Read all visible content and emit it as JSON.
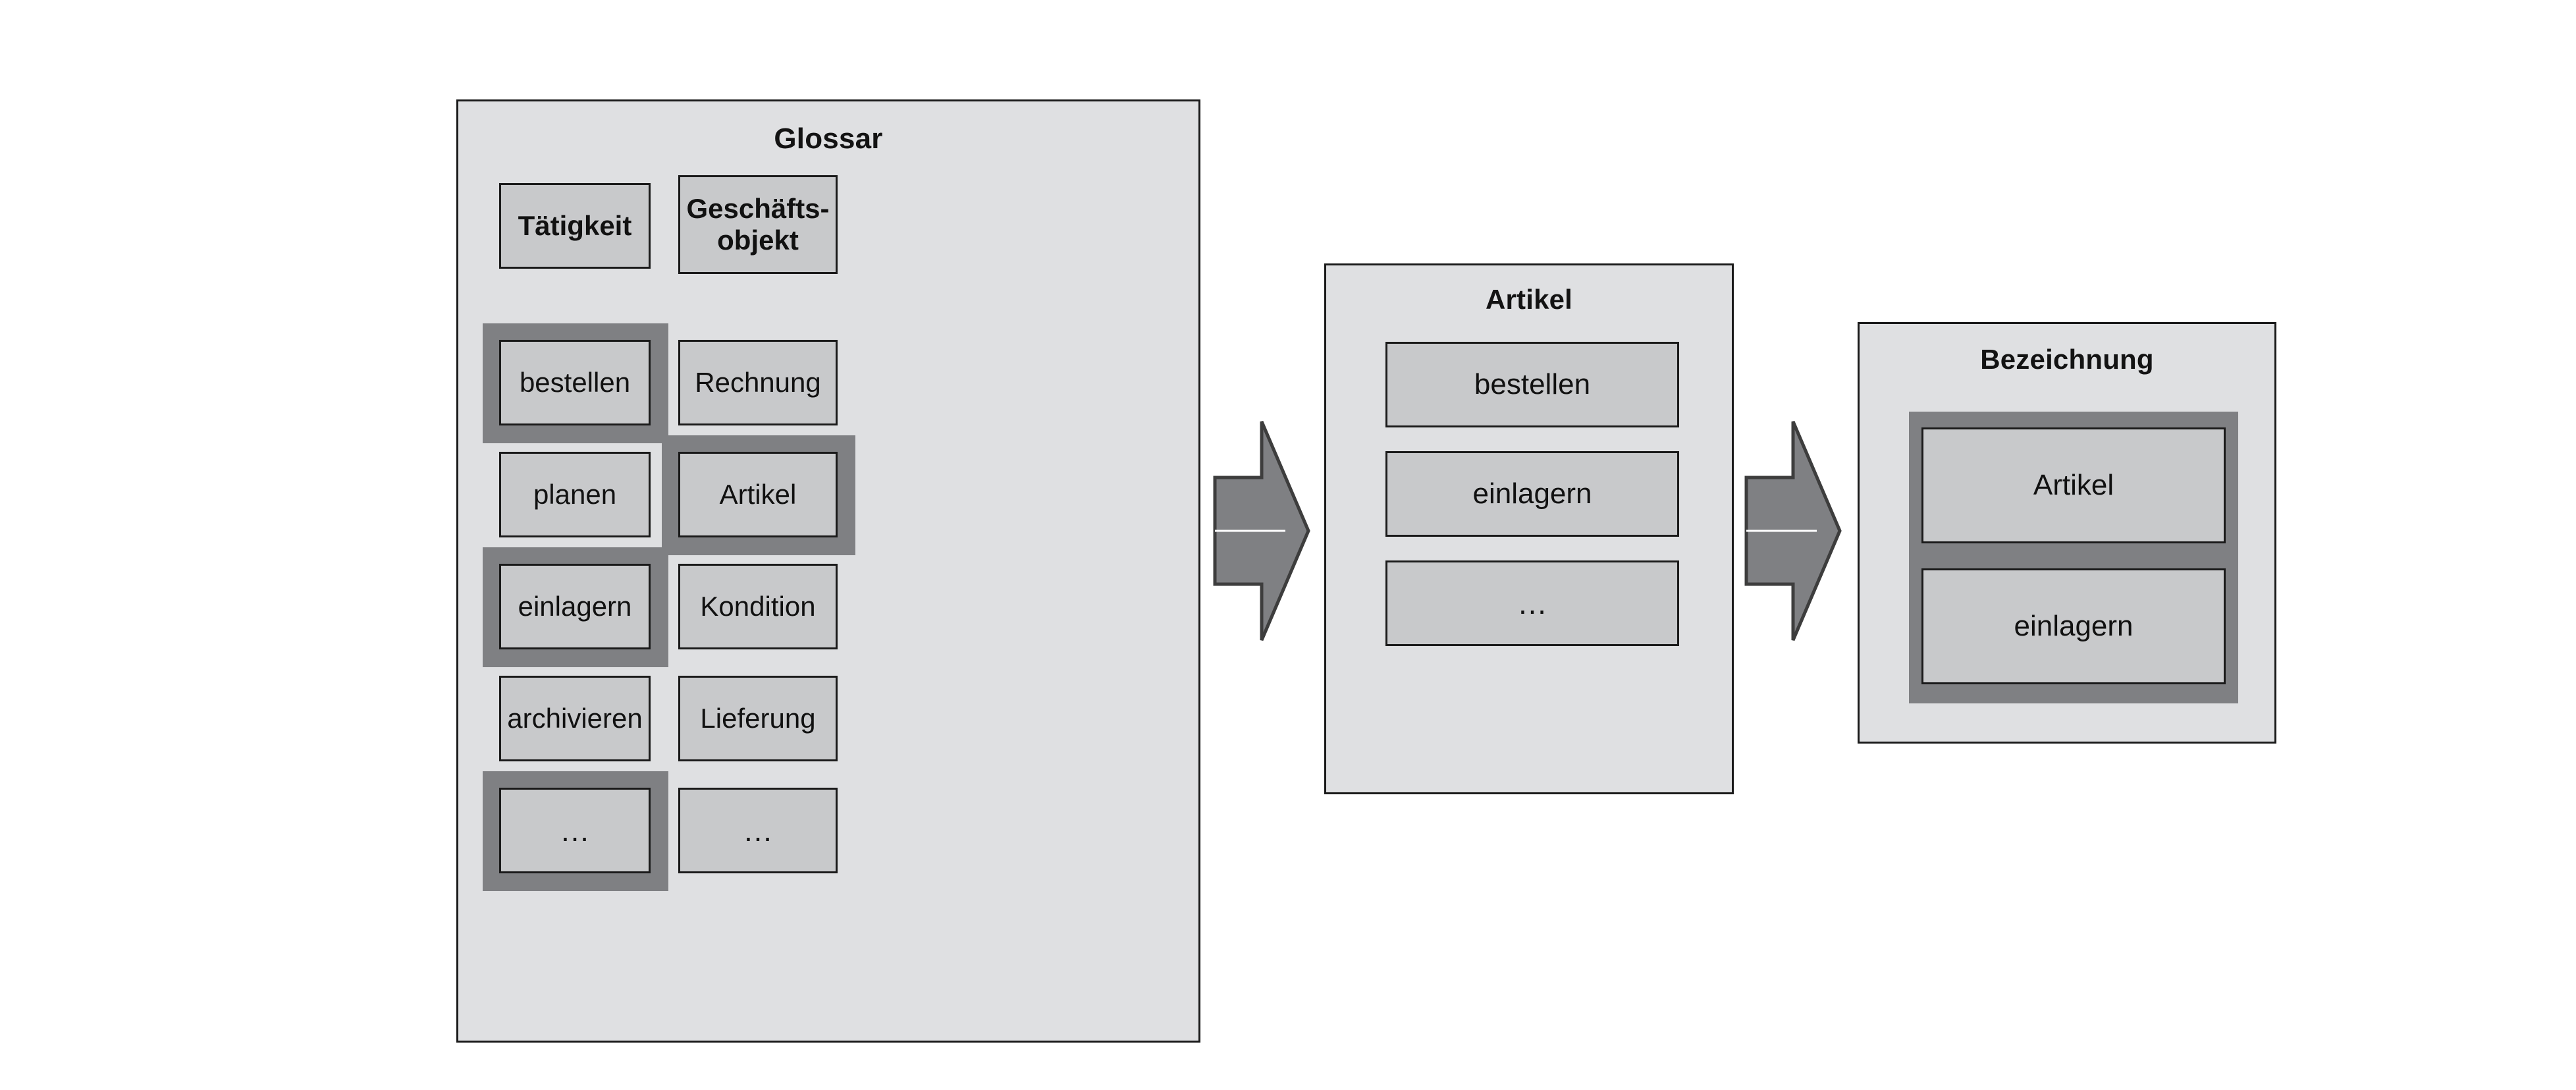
{
  "diagram": {
    "background_color": "#ffffff",
    "panel_color": "#dfe0e2",
    "box_color": "#c8c9cb",
    "highlight_color": "#7f8083",
    "outline_color": "#1a1a1a",
    "text_color": "#111111"
  },
  "glossar": {
    "title": "Glossar",
    "columns": [
      {
        "header": "Tätigkeit",
        "items": [
          {
            "label": "bestellen",
            "highlighted": true
          },
          {
            "label": "planen",
            "highlighted": false
          },
          {
            "label": "einlagern",
            "highlighted": true
          },
          {
            "label": "archivieren",
            "highlighted": false
          },
          {
            "label": "…",
            "highlighted": true
          }
        ]
      },
      {
        "header": "Geschäfts-\nobjekt",
        "header_line1": "Geschäfts-",
        "header_line2": "objekt",
        "items": [
          {
            "label": "Rechnung",
            "highlighted": false
          },
          {
            "label": "Artikel",
            "highlighted": true
          },
          {
            "label": "Kondition",
            "highlighted": false
          },
          {
            "label": "Lieferung",
            "highlighted": false
          },
          {
            "label": "…",
            "highlighted": false
          }
        ]
      }
    ]
  },
  "arrows": [
    {
      "name": "arrow-glossar-to-artikel",
      "direction": "right"
    },
    {
      "name": "arrow-artikel-to-bezeichnung",
      "direction": "right"
    }
  ],
  "artikel_panel": {
    "title": "Artikel",
    "items": [
      {
        "label": "bestellen",
        "highlighted": false
      },
      {
        "label": "einlagern",
        "highlighted": false
      },
      {
        "label": "…",
        "highlighted": false
      }
    ]
  },
  "bezeichnung_panel": {
    "title": "Bezeichnung",
    "group_highlighted": true,
    "items": [
      {
        "label": "Artikel",
        "highlighted": true
      },
      {
        "label": "einlagern",
        "highlighted": true
      }
    ]
  }
}
